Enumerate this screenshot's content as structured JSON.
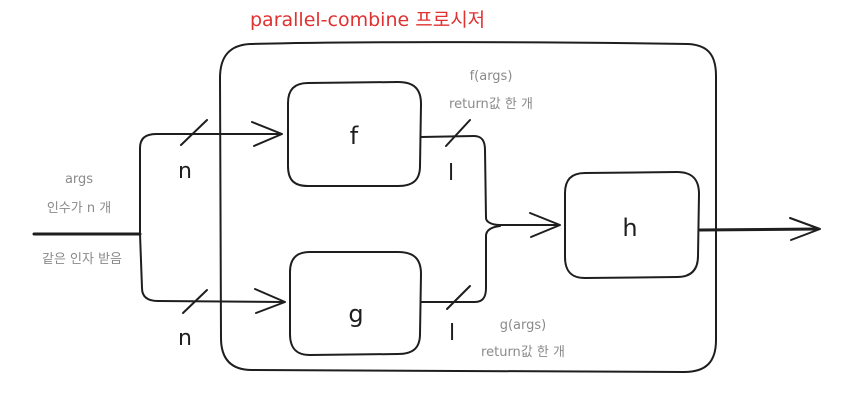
{
  "title": "parallel-combine 프로시저",
  "input": {
    "label1": "args",
    "label2": "인수가 n 개",
    "label3": "같은 인자 받음"
  },
  "boxes": {
    "f": "f",
    "g": "g",
    "h": "h"
  },
  "ticks": {
    "f_in": "n",
    "g_in": "n",
    "f_out": "l",
    "g_out": "l"
  },
  "notes": {
    "f_call": "f(args)",
    "f_ret": "return값 한 개",
    "g_call": "g(args)",
    "g_ret": "return값 한 개"
  }
}
